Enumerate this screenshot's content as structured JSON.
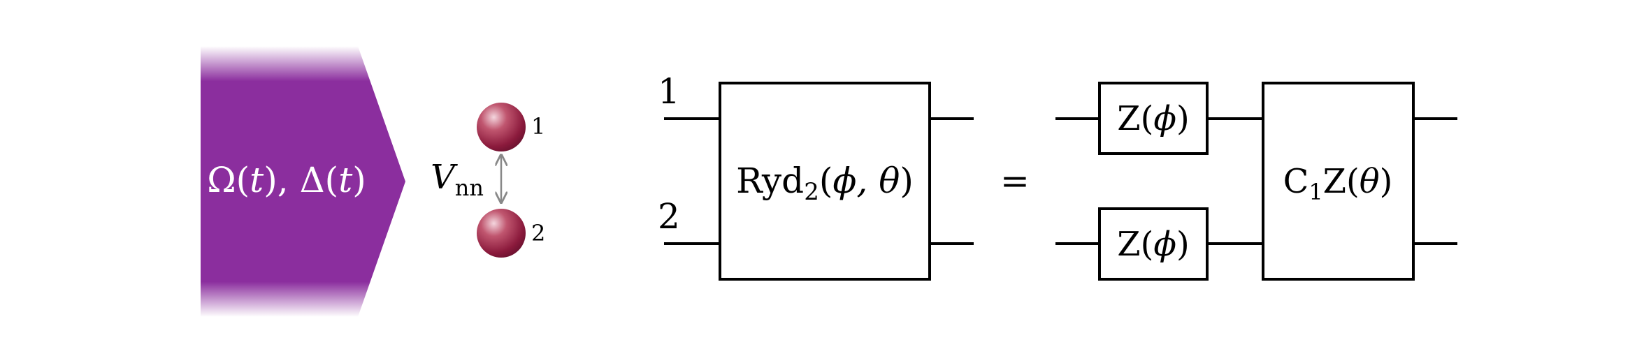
{
  "laser": {
    "label_omega": "Ω",
    "label_t1": "t",
    "label_delta": "Δ",
    "label_t2": "t",
    "color": "#8b2e9e",
    "text_color": "#ffffff"
  },
  "atoms": {
    "atom1_label": "1",
    "atom2_label": "2",
    "interaction_symbol": "V",
    "interaction_subscript": "nn",
    "atom_color": "#8b1a3c"
  },
  "circuit": {
    "wire1_label": "1",
    "wire2_label": "2",
    "ryd_gate": {
      "name": "Ryd",
      "subscript": "2",
      "args": "ϕ, θ"
    },
    "equals": "=",
    "z_gate_top": {
      "name": "Z",
      "arg": "ϕ"
    },
    "z_gate_bottom": {
      "name": "Z",
      "arg": "ϕ"
    },
    "cz_gate": {
      "control": "C",
      "subscript": "1",
      "name": "Z",
      "arg": "θ"
    }
  }
}
